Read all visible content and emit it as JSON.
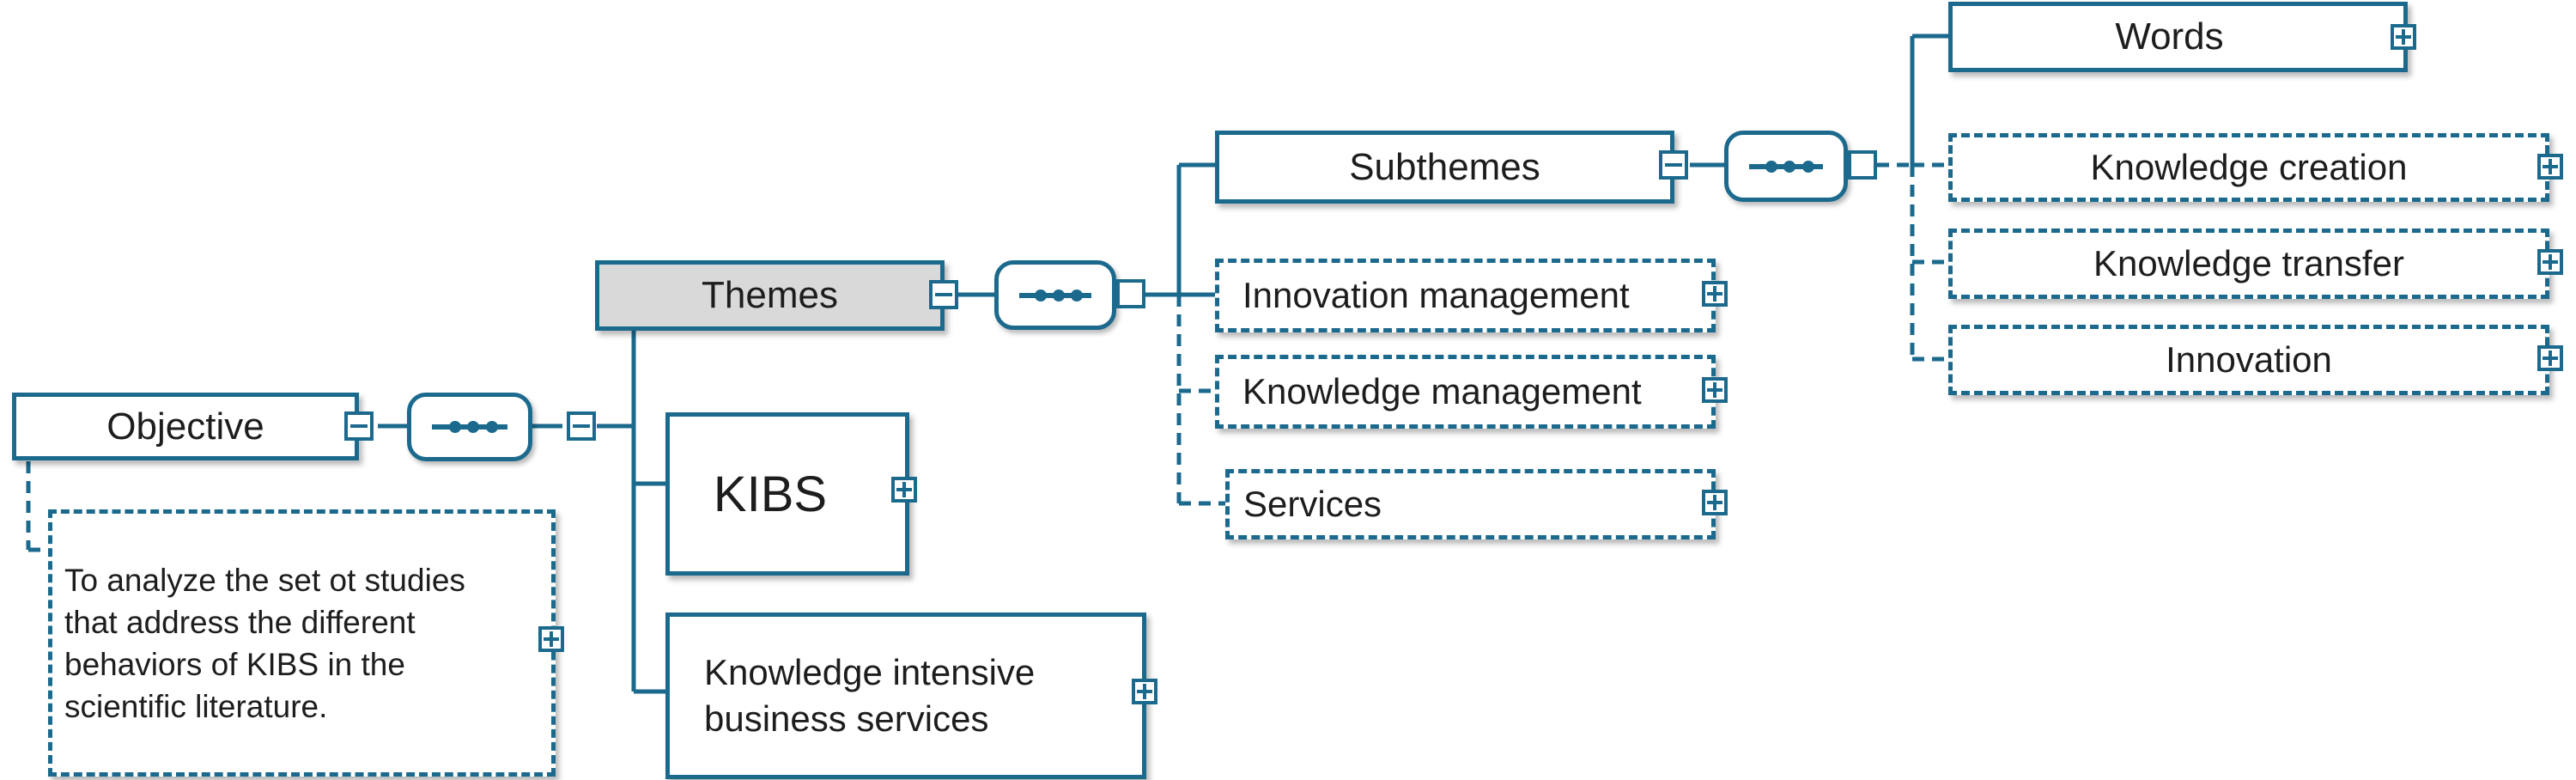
{
  "nodes": {
    "objective": "Objective",
    "objective_desc": "To analyze the set ot studies that address the different behaviors of KIBS in the scientific literature.",
    "themes": "Themes",
    "kibs": "KIBS",
    "kis": "Knowledge intensive business services",
    "subthemes": "Subthemes",
    "innovation_management": "Innovation management",
    "knowledge_management": "Knowledge management",
    "services": "Services",
    "words": "Words",
    "knowledge_creation": "Knowledge creation",
    "knowledge_transfer": "Knowledge transfer",
    "innovation": "Innovation"
  },
  "colors": {
    "stroke": "#1b6a8e",
    "themes_fill": "#d9d9d9"
  },
  "icons": [
    "expand-icon",
    "collapse-icon",
    "sequence-icon"
  ]
}
